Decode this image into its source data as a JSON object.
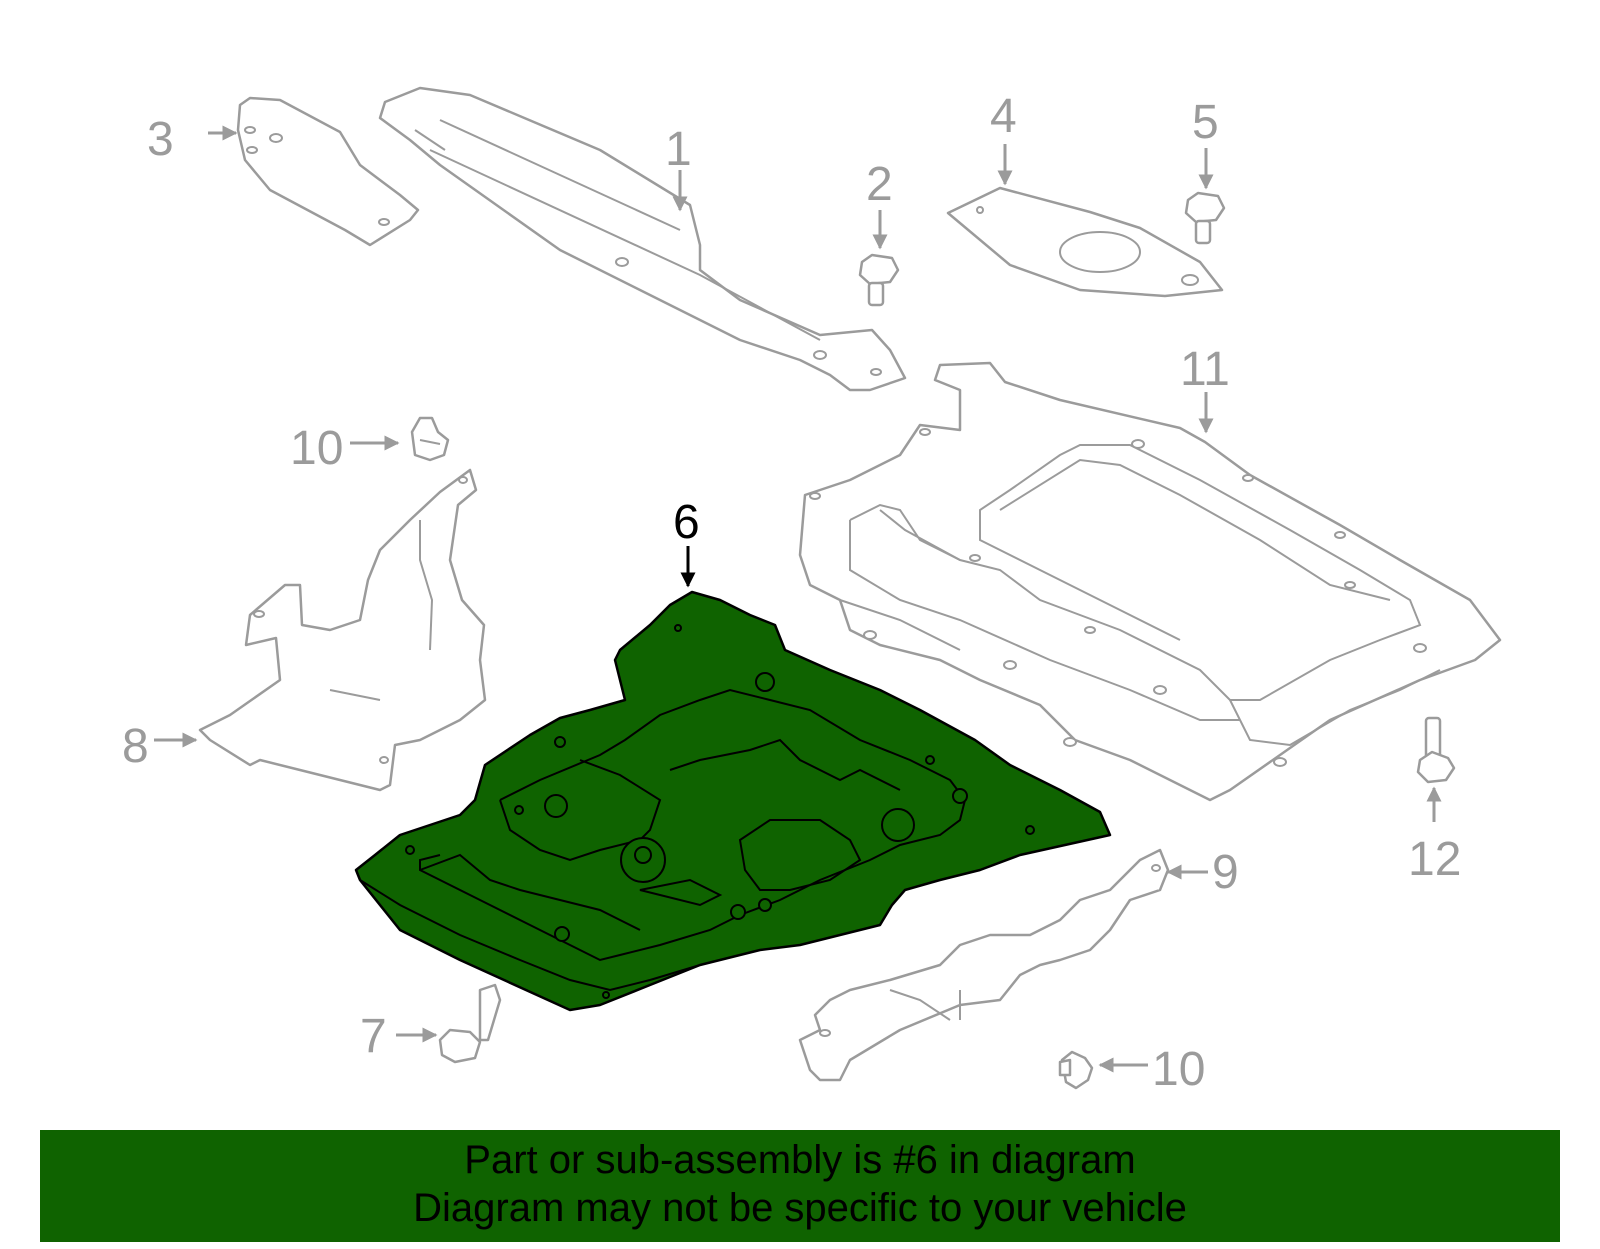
{
  "callouts": {
    "c1": "1",
    "c2": "2",
    "c3": "3",
    "c4": "4",
    "c5": "5",
    "c6": "6",
    "c7": "7",
    "c8": "8",
    "c9": "9",
    "c10a": "10",
    "c10b": "10",
    "c11": "11",
    "c12": "12"
  },
  "highlighted_part": "6",
  "colors": {
    "highlight": "#0f6300",
    "line": "#9b9b9b",
    "banner": "#0f6300"
  },
  "banner": {
    "line1": "Part or sub-assembly is #6 in diagram",
    "line2": "Diagram may not be specific to your vehicle"
  }
}
